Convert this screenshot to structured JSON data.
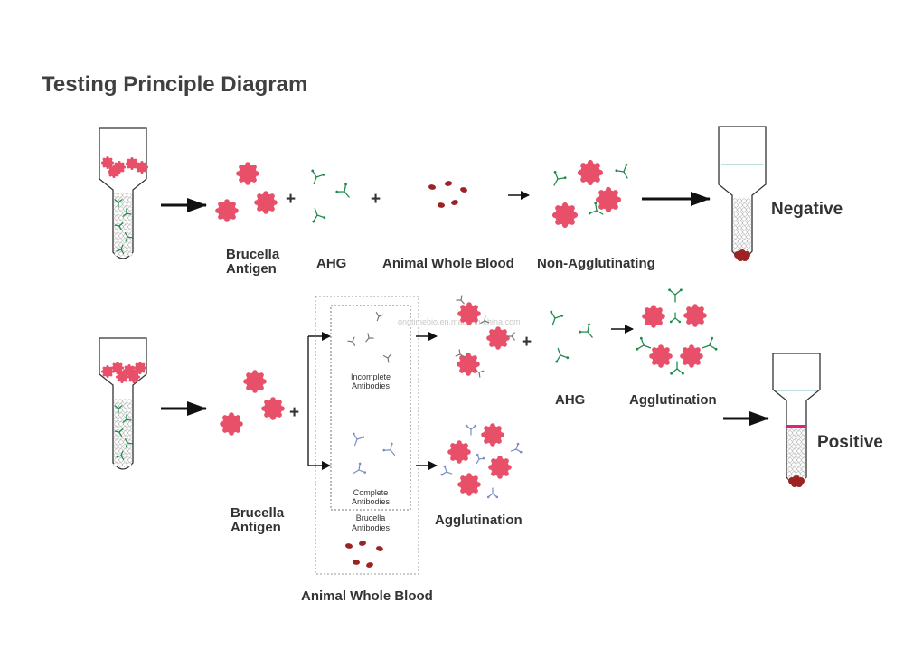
{
  "title": "Testing Principle Diagram",
  "watermark": "ongtimebio.en.made-in-china.com",
  "row1": {
    "antigen_label": [
      "Brucella",
      "Antigen"
    ],
    "ahg_label": "AHG",
    "blood_label": "Animal Whole Blood",
    "result_label": "Non-Agglutinating",
    "outcome": "Negative"
  },
  "row2": {
    "antigen_label": [
      "Brucella",
      "Antigen"
    ],
    "incomplete_label": [
      "Incomplete",
      "Antibodies"
    ],
    "complete_label": [
      "Complete",
      "Antibodies"
    ],
    "brucella_ab_label": [
      "Brucella",
      "Antibodies"
    ],
    "blood_label": "Animal Whole Blood",
    "ahg_label": "AHG",
    "agglutination_top": "Agglutination",
    "agglutination_bottom": "Agglutination",
    "outcome": "Positive"
  },
  "colors": {
    "antigen": "#e8506a",
    "ahg": "#1e8a4c",
    "incomplete_ab": "#777777",
    "complete_ab": "#7a8fc4",
    "blood": "#9b2323",
    "band": "#e0227a",
    "text": "#333333",
    "title": "#404040"
  }
}
